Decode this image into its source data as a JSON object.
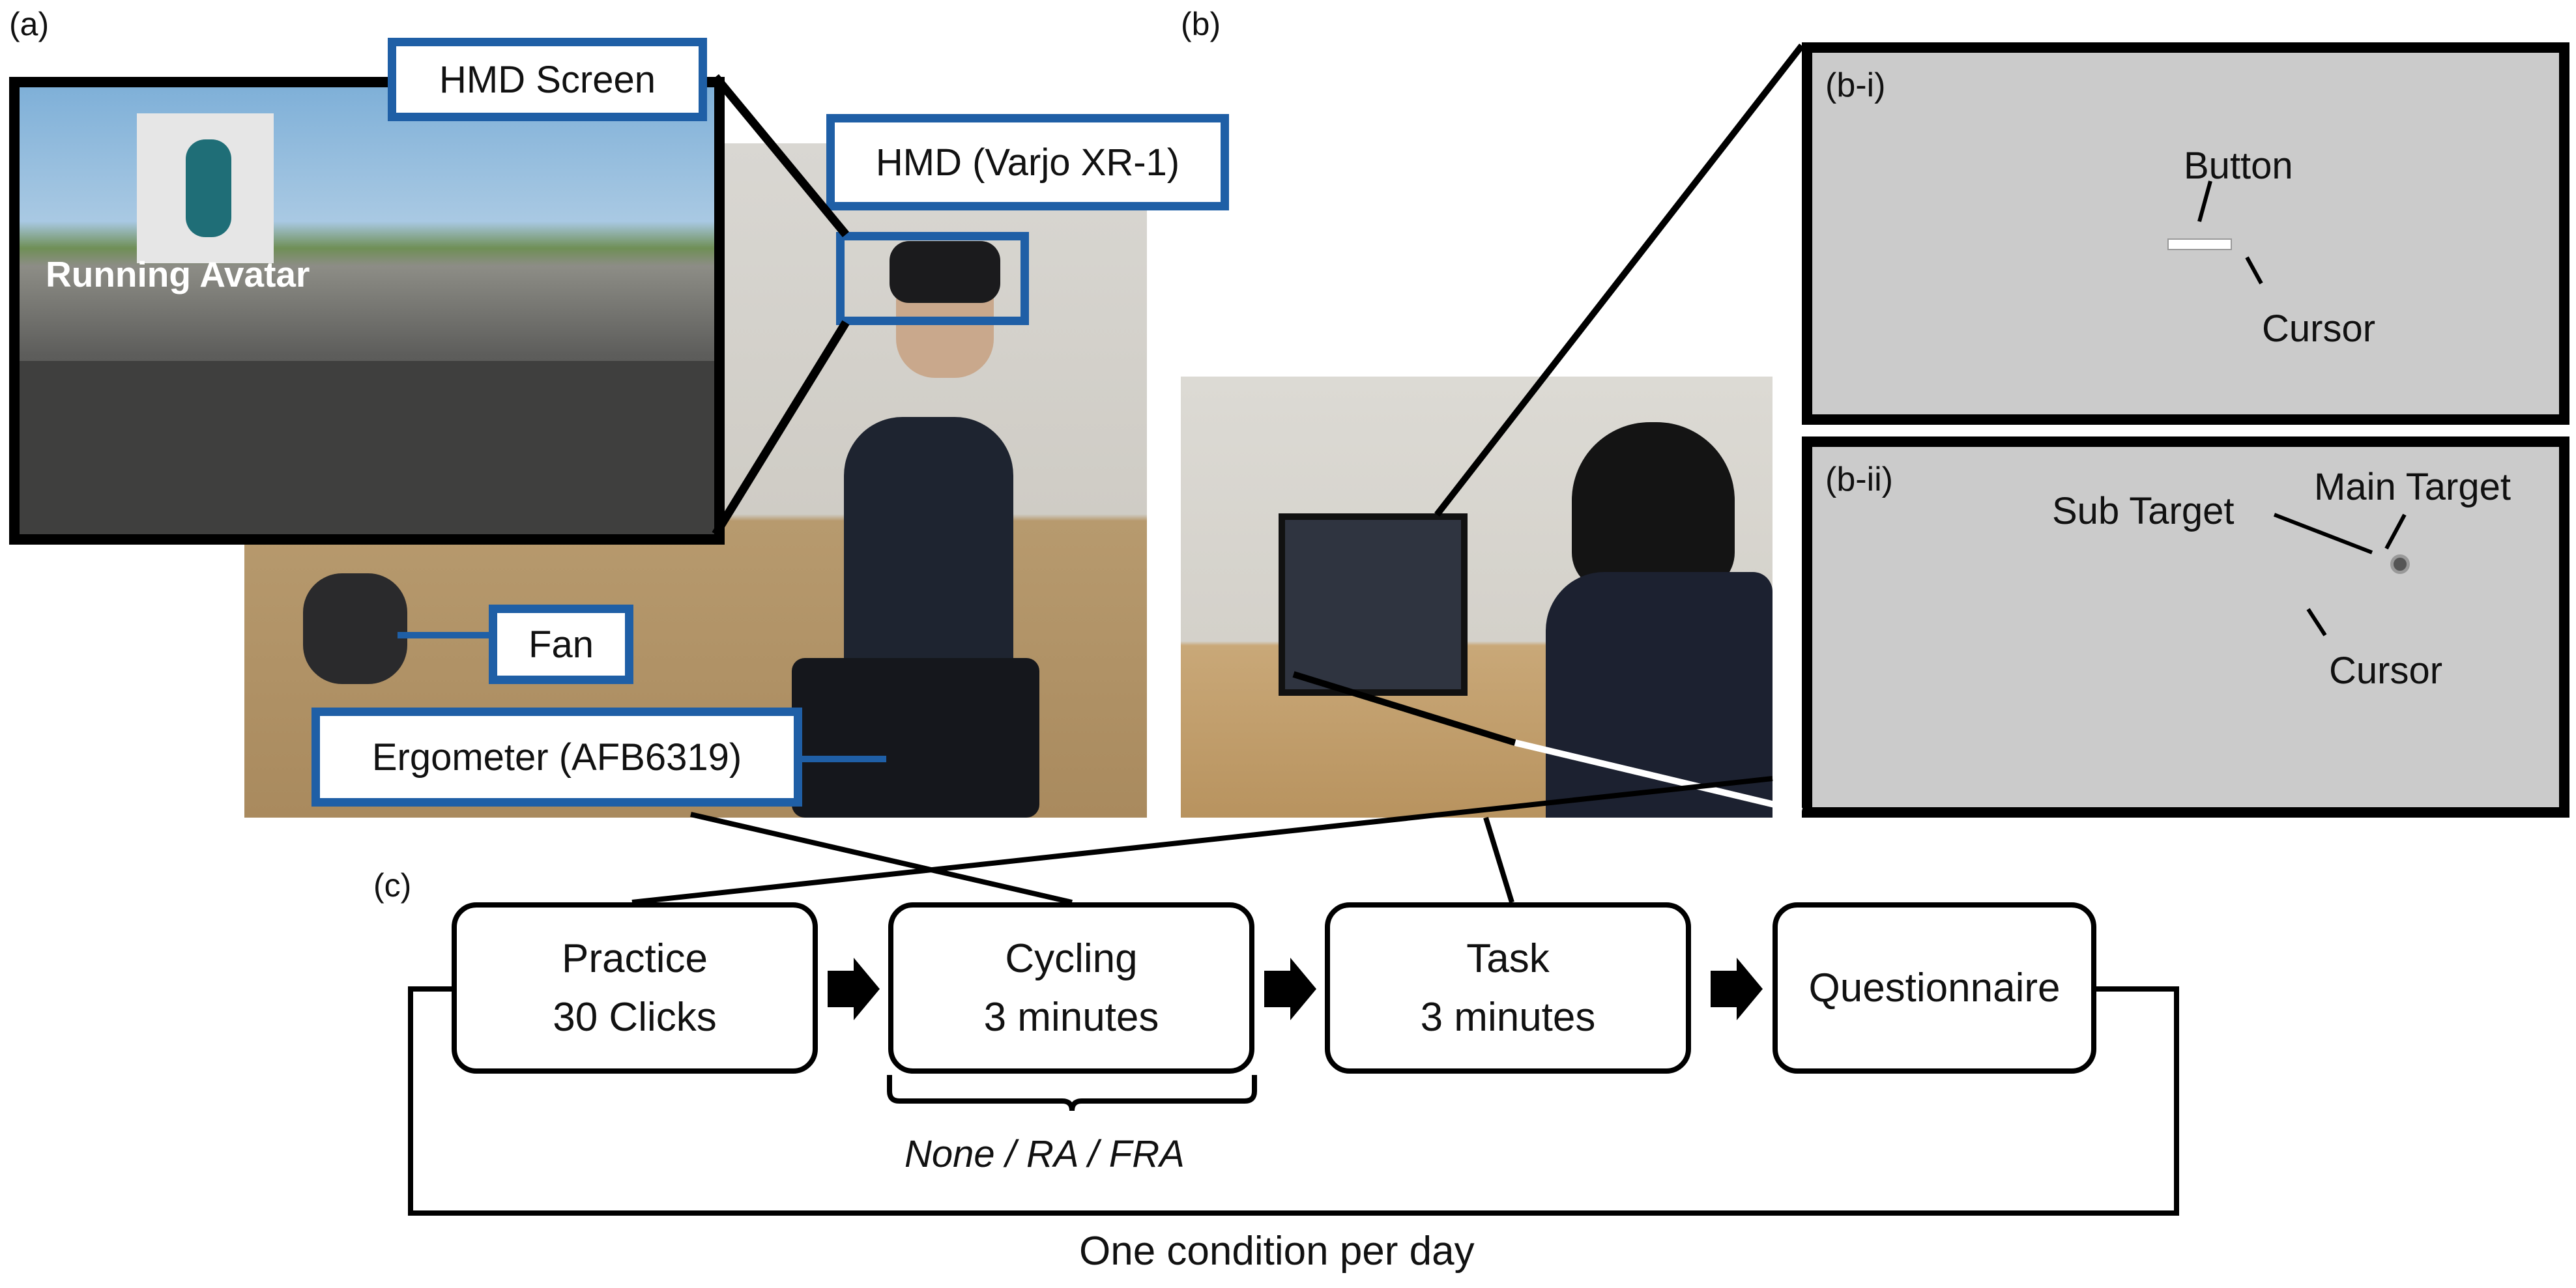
{
  "panels": {
    "a": "(a)",
    "b": "(b)",
    "c": "(c)",
    "b_i": "(b-i)",
    "b_ii": "(b-ii)"
  },
  "photo_a": {
    "hmd_screen_label": "HMD Screen",
    "running_avatar_label": "Running Avatar",
    "hmd_label": "HMD (Varjo XR-1)",
    "fan_label": "Fan",
    "ergometer_label": "Ergometer (AFB6319)"
  },
  "screen_b_i": {
    "button_label": "Button",
    "cursor_label": "Cursor"
  },
  "screen_b_ii": {
    "sub_target_label": "Sub Target",
    "main_target_label": "Main Target",
    "cursor_label": "Cursor"
  },
  "flow": {
    "steps": [
      {
        "line1": "Practice",
        "line2": "30 Clicks"
      },
      {
        "line1": "Cycling",
        "line2": "3 minutes"
      },
      {
        "line1": "Task",
        "line2": "3 minutes"
      },
      {
        "line1": "Questionnaire",
        "line2": ""
      }
    ],
    "conditions_label": "None / RA / FRA",
    "loop_label": "One condition per day"
  },
  "colors": {
    "label_border": "#1f5fa6",
    "screen_bg": "#cbcbcb"
  }
}
